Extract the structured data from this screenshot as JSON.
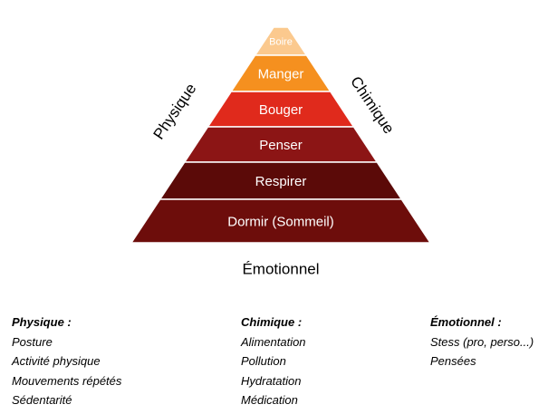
{
  "pyramid": {
    "levels": [
      {
        "label": "Boire",
        "color": "#fbc98e"
      },
      {
        "label": "Manger",
        "color": "#f5901f"
      },
      {
        "label": "Bouger",
        "color": "#e02a1c"
      },
      {
        "label": "Penser",
        "color": "#8c1515"
      },
      {
        "label": "Respirer",
        "color": "#5b0a08"
      },
      {
        "label": "Dormir (Sommeil)",
        "color": "#6d0d0b"
      }
    ],
    "left_side_label": "Physique",
    "right_side_label": "Chimique",
    "base_label": "Émotionnel"
  },
  "columns": [
    {
      "title": "Physique :",
      "items": [
        "Posture",
        "Activité physique",
        "Mouvements répétés",
        "Sédentarité"
      ]
    },
    {
      "title": "Chimique :",
      "items": [
        "Alimentation",
        "Pollution",
        "Hydratation",
        "Médication"
      ]
    },
    {
      "title": "Émotionnel :",
      "items": [
        "Stess (pro, perso...)",
        "Pensées"
      ]
    }
  ]
}
